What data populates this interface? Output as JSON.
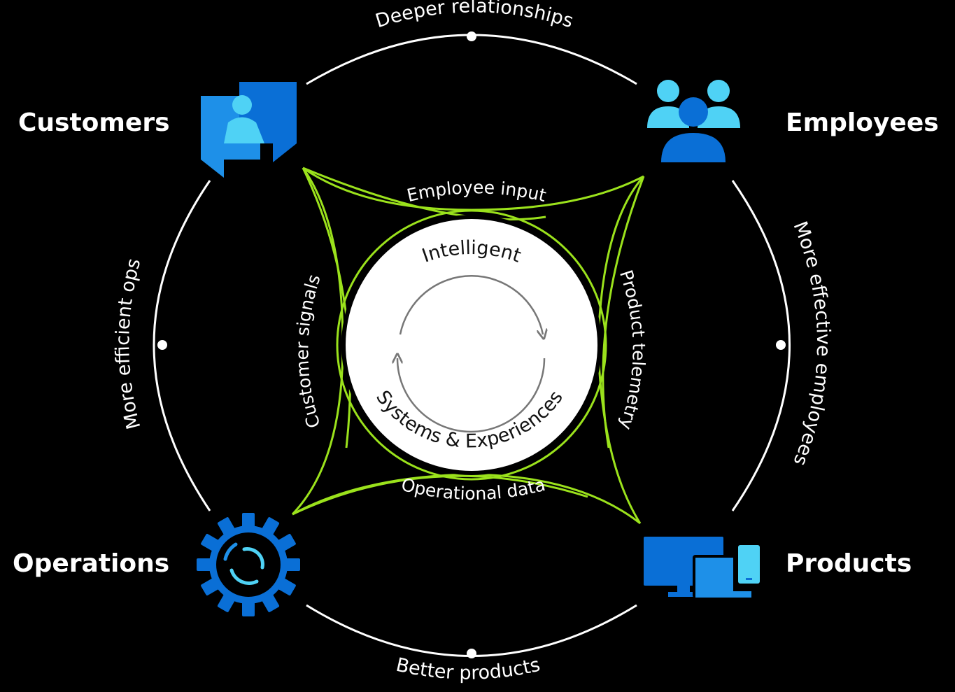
{
  "corners": {
    "customers": "Customers",
    "employees": "Employees",
    "operations": "Operations",
    "products": "Products"
  },
  "outer_ring": {
    "top": "Deeper relationships",
    "right": "More effective employees",
    "bottom": "Better products",
    "left": "More efficient ops"
  },
  "inner_links": {
    "top": "Employee input",
    "right": "Product telemetry",
    "bottom": "Operational data",
    "left": "Customer signals"
  },
  "core": {
    "top": "Intelligent",
    "bottom": "Systems & Experiences"
  },
  "icons": {
    "customers": "chat-bubbles-person-icon",
    "employees": "people-group-icon",
    "operations": "gear-icon",
    "products": "devices-icon"
  },
  "colors": {
    "background": "#000000",
    "ring": "#ffffff",
    "links": "#9be21c",
    "icon_dark": "#0a6fd6",
    "icon_mid": "#1e90e8",
    "icon_light": "#4fd2f5"
  }
}
